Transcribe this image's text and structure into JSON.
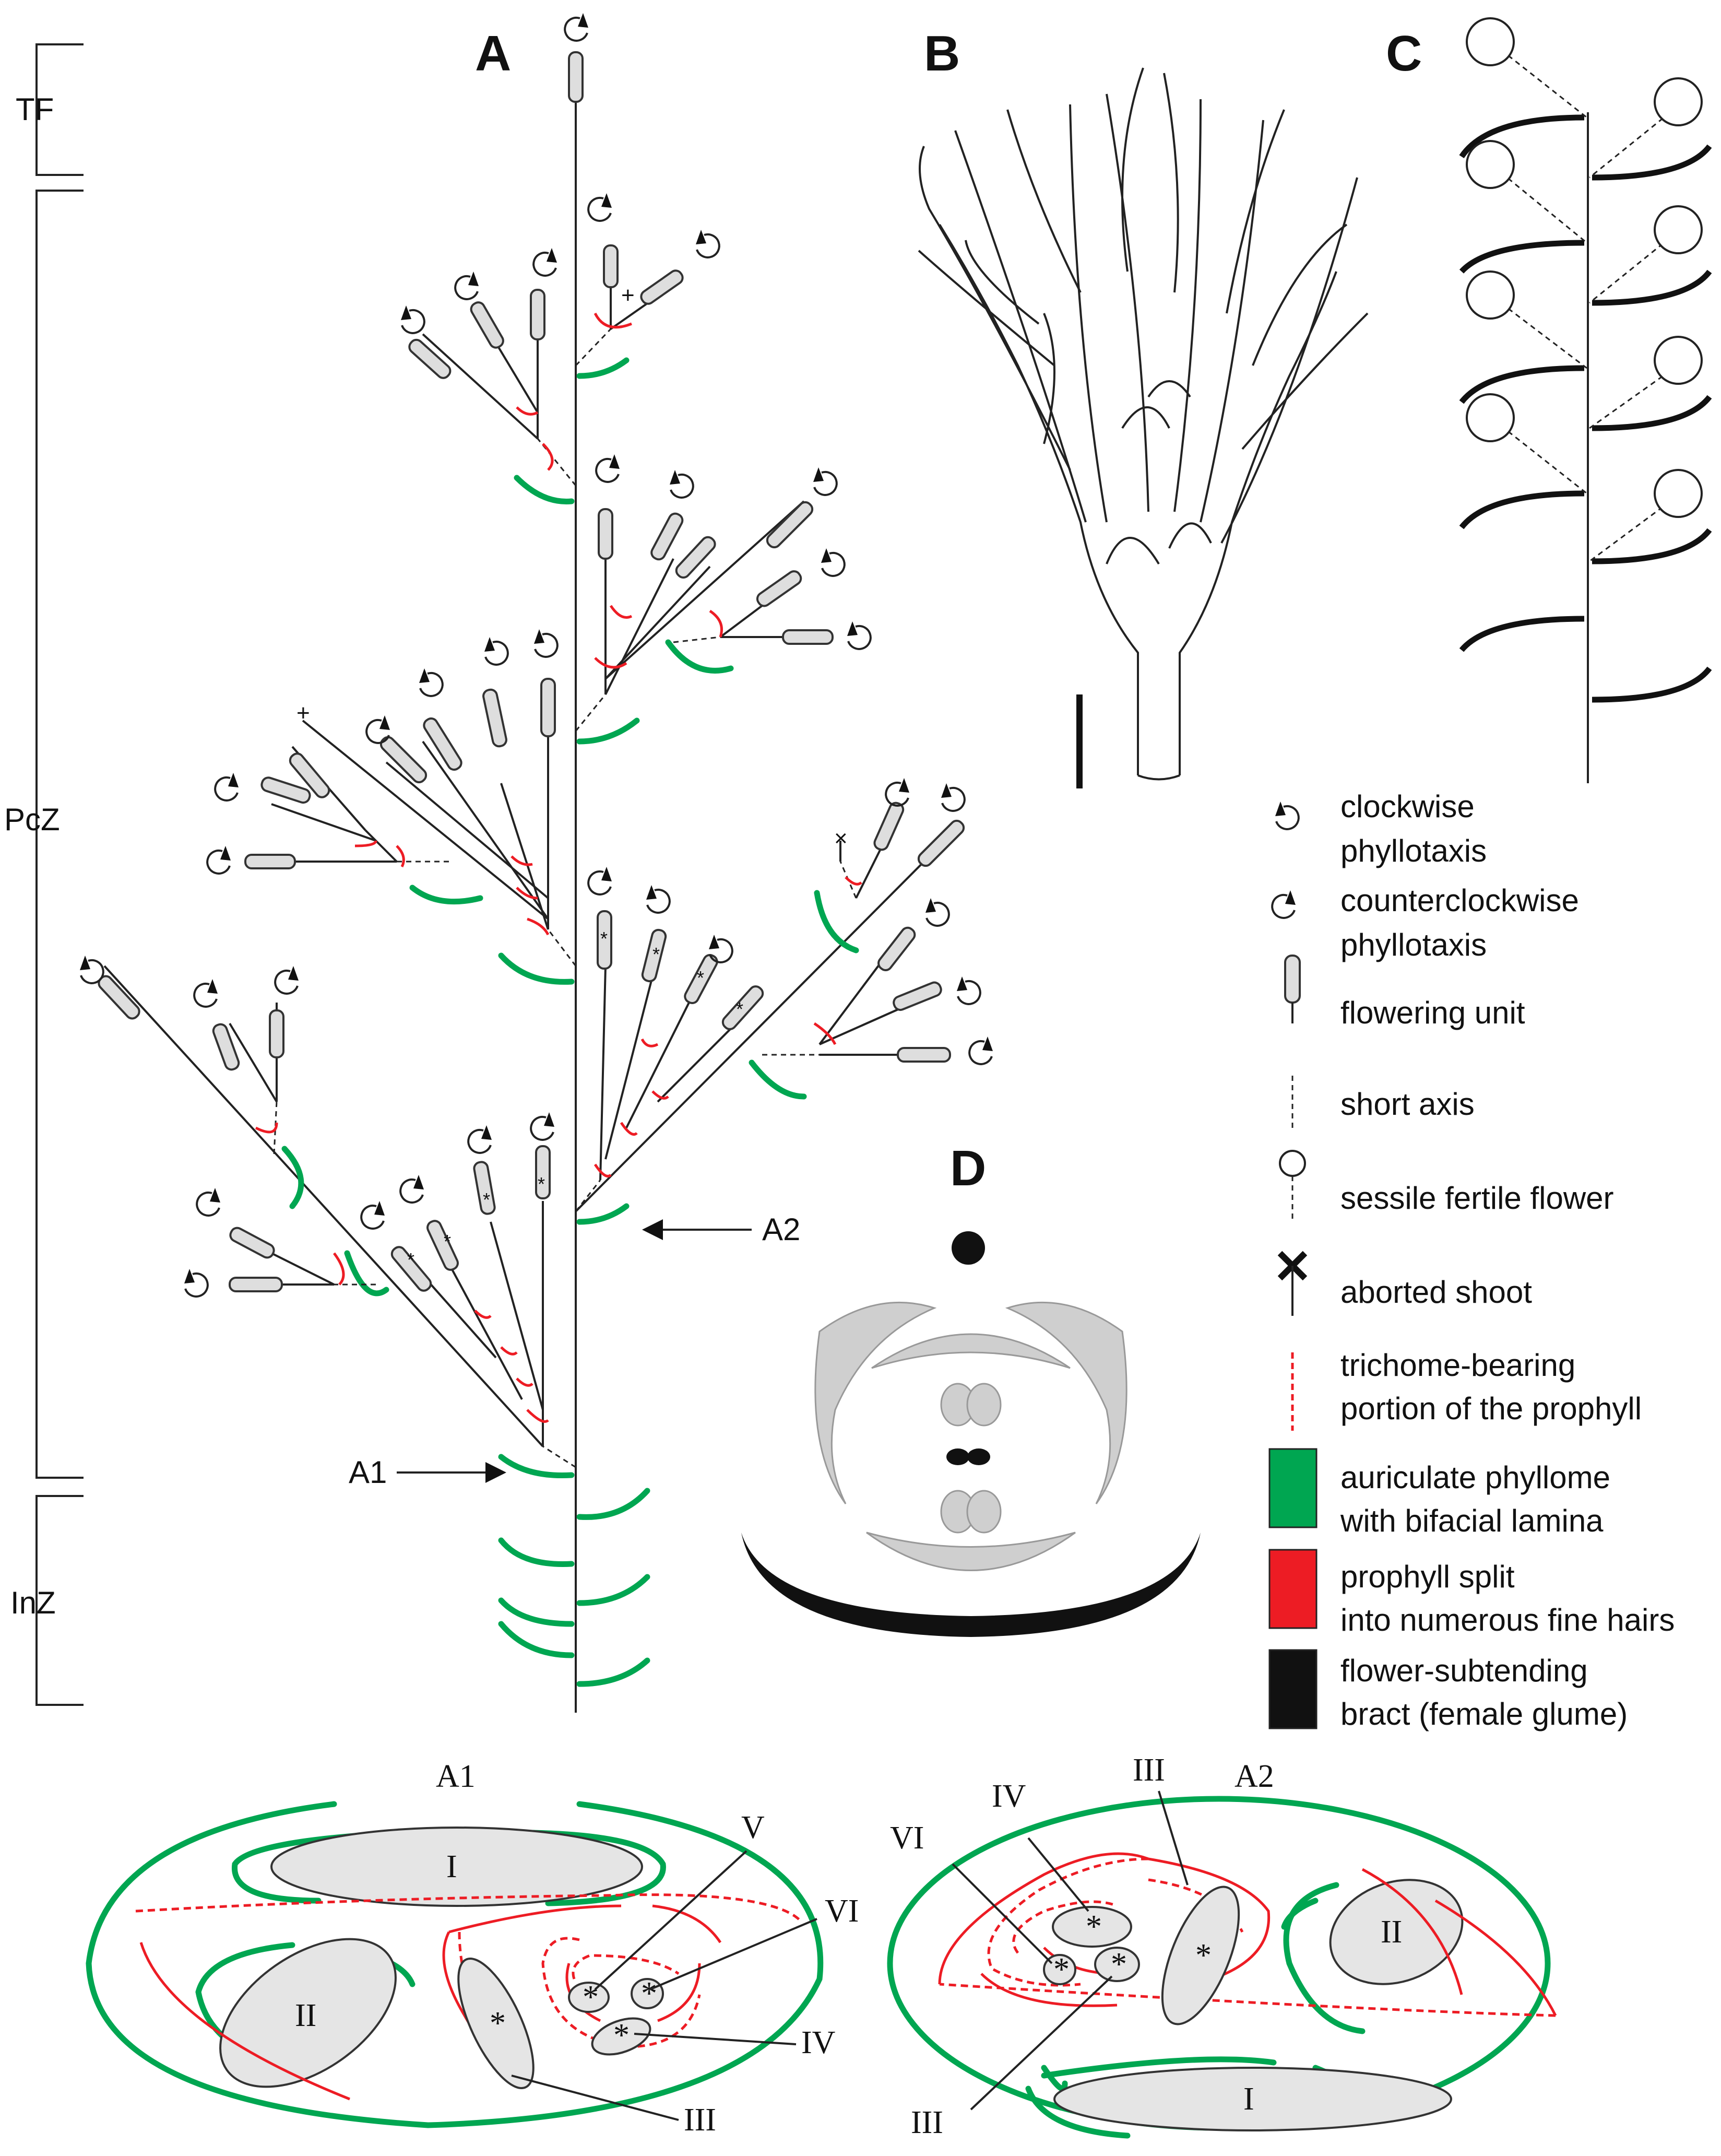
{
  "panels": {
    "a": "A",
    "b": "B",
    "c": "C",
    "d": "D"
  },
  "zones": {
    "tf": "TF",
    "pcz": "PcZ",
    "inz": "InZ"
  },
  "arrows": {
    "a1": "A1",
    "a2": "A2"
  },
  "panel_a_marks": {
    "asterisk": "*",
    "plus": "+",
    "cross": "×"
  },
  "legend": [
    {
      "icon": "clockwise-icon",
      "line1": "clockwise",
      "line2": "phyllotaxis"
    },
    {
      "icon": "counterclockwise-icon",
      "line1": "counterclockwise",
      "line2": "phyllotaxis"
    },
    {
      "icon": "flowering-unit-icon",
      "line1": "flowering unit",
      "line2": ""
    },
    {
      "icon": "short-axis-icon",
      "line1": "short axis",
      "line2": ""
    },
    {
      "icon": "sessile-flower-icon",
      "line1": "sessile  fertile flower",
      "line2": ""
    },
    {
      "icon": "aborted-shoot-icon",
      "line1": "aborted shoot",
      "line2": ""
    },
    {
      "icon": "trichome-icon",
      "line1": "trichome-bearing",
      "line2": "portion of the prophyll"
    },
    {
      "icon": "green-swatch",
      "line1": "auriculate phyllome",
      "line2": "with bifacial lamina"
    },
    {
      "icon": "red-swatch",
      "line1": "prophyll split",
      "line2": "into numerous fine hairs"
    },
    {
      "icon": "black-swatch",
      "line1": "flower-subtending",
      "line2": "bract (female glume)"
    }
  ],
  "colors": {
    "green": "#00a651",
    "red": "#ed1c24",
    "black": "#111111",
    "unit_fill": "#dedede"
  },
  "diagram_a1": {
    "title": "A1",
    "numerals": {
      "i": "I",
      "ii": "II",
      "iii": "III",
      "iv": "IV",
      "v": "V",
      "vi": "VI"
    },
    "asterisk": "*"
  },
  "diagram_a2": {
    "title": "A2",
    "numerals": {
      "i": "I",
      "ii": "II",
      "iii": "III",
      "iv": "IV",
      "vi": "VI"
    },
    "asterisk": "*"
  }
}
